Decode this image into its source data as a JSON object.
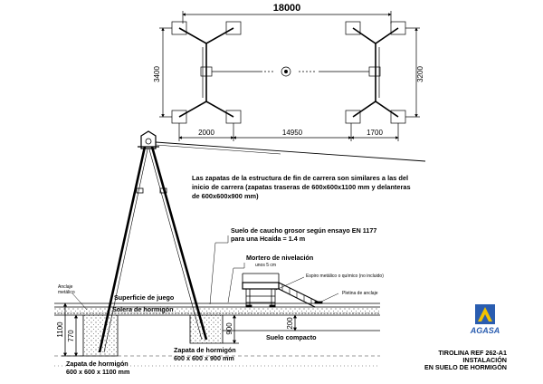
{
  "plan": {
    "overall_length": "18000",
    "left_depth": "3400",
    "right_depth": "3200",
    "left_frame_span": "2000",
    "cable_span": "14950",
    "right_frame_span": "1700"
  },
  "note": {
    "line1": "Las zapatas de la estructura de fin de carrera son similares a las del",
    "line2": "inicio de carrera (zapatas traseras de 600x600x1100 mm y delanteras",
    "line3": "de 600x600x900 mm)"
  },
  "section": {
    "rubber_floor_line1": "Suelo de caucho grosor según ensayo EN 1177",
    "rubber_floor_line2": "para una Hcaída = 1.4 m",
    "leveling_mortar": "Mortero de nivelación",
    "leveling_mortar_sub": "unos 5 cm",
    "anchor_bolt": "Espiro metálico o químico (no incluido)",
    "anchor_plate": "Pletina de anclaje",
    "metal_anchor_line1": "Anclaje",
    "metal_anchor_line2": "metálico",
    "play_surface": "Superficie de juego",
    "concrete_slab": "Solera de hormigón",
    "compact_soil": "Suelo compacto",
    "dim_1100": "1100",
    "dim_770": "770",
    "dim_900": "900",
    "dim_200": "200",
    "footing_rear_line1": "Zapata de hormigón",
    "footing_rear_line2": "600 x 600 x 1100 mm",
    "footing_front_line1": "Zapata de hormigón",
    "footing_front_line2": "600 x 600 x 900 mm"
  },
  "title_block": {
    "logo": "AGASA",
    "line1": "TIROLINA REF 262-A1",
    "line2": "INSTALACIÓN",
    "line3": "EN SUELO DE HORMIGÓN"
  },
  "colors": {
    "ink": "#000000",
    "logo_blue": "#2a5db0",
    "logo_yellow": "#f2c200"
  }
}
